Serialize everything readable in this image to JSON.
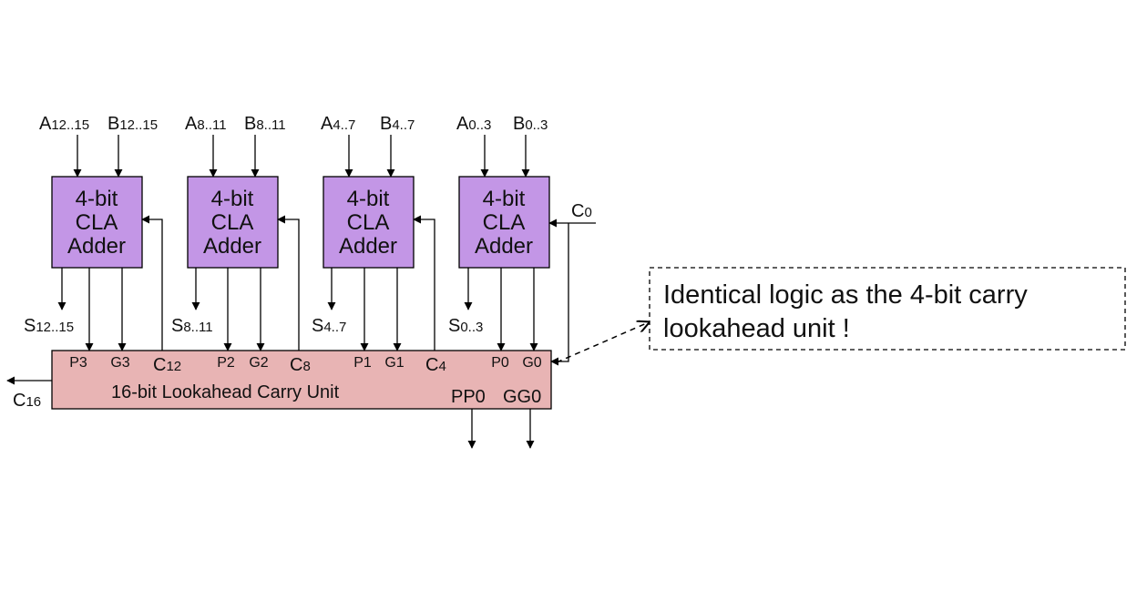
{
  "adders": [
    {
      "line1": "4-bit",
      "line2": "CLA",
      "line3": "Adder",
      "a_main": "A",
      "a_sub": "12..15",
      "b_main": "B",
      "b_sub": "12..15",
      "s_main": "S",
      "s_sub": "12..15",
      "p_pin": "P3",
      "g_pin": "G3",
      "c_main": "C",
      "c_sub": "12"
    },
    {
      "line1": "4-bit",
      "line2": "CLA",
      "line3": "Adder",
      "a_main": "A",
      "a_sub": "8..11",
      "b_main": "B",
      "b_sub": "8..11",
      "s_main": "S",
      "s_sub": "8..11",
      "p_pin": "P2",
      "g_pin": "G2",
      "c_main": "C",
      "c_sub": "8"
    },
    {
      "line1": "4-bit",
      "line2": "CLA",
      "line3": "Adder",
      "a_main": "A",
      "a_sub": "4..7",
      "b_main": "B",
      "b_sub": "4..7",
      "s_main": "S",
      "s_sub": "4..7",
      "p_pin": "P1",
      "g_pin": "G1",
      "c_main": "C",
      "c_sub": "4"
    },
    {
      "line1": "4-bit",
      "line2": "CLA",
      "line3": "Adder",
      "a_main": "A",
      "a_sub": "0..3",
      "b_main": "B",
      "b_sub": "0..3",
      "s_main": "S",
      "s_sub": "0..3",
      "p_pin": "P0",
      "g_pin": "G0",
      "c_main": "C",
      "c_sub": "0"
    }
  ],
  "lookahead_unit": {
    "label": "16-bit Lookahead Carry Unit",
    "pp_output": "PP0",
    "gg_output": "GG0",
    "carry_out_main": "C",
    "carry_out_sub": "16"
  },
  "note": {
    "line1": "Identical logic as the 4-bit carry",
    "line2": "lookahead unit !"
  },
  "colors": {
    "adder_fill": "#c396e6",
    "lookahead_fill": "#e8b4b4",
    "stroke": "#000000"
  }
}
